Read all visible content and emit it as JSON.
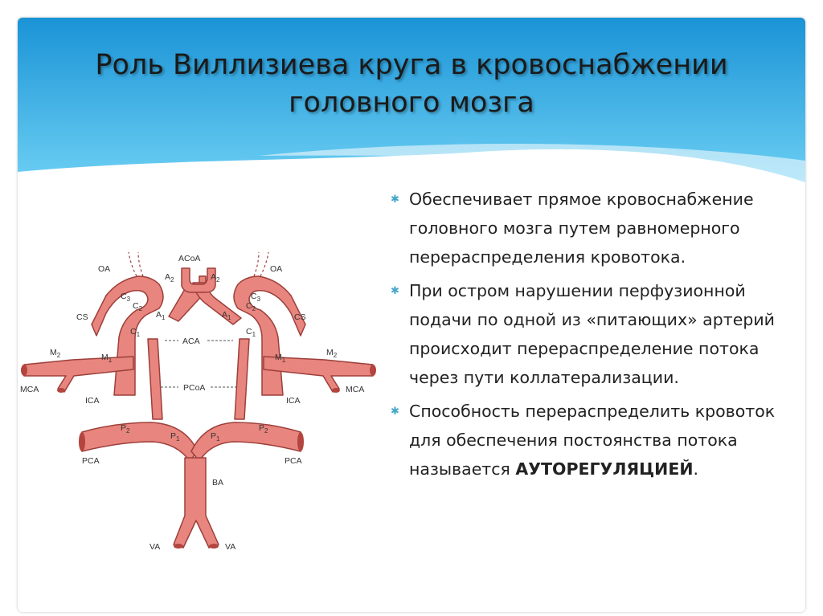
{
  "title": {
    "line1": "Роль Виллизиева круга в кровоснабжении",
    "line2": "головного мозга"
  },
  "bullets": [
    {
      "text": "Обеспечивает прямое кровоснабжение головного мозга путем равномерного перераспределения кровотока."
    },
    {
      "text": "При остром нарушении перфузионной подачи по одной из «питающих» артерий происходит перераспределение потока через пути коллатерализации."
    },
    {
      "text": "Способность перераспределить кровоток для обеспечения постоянства потока называется ",
      "bold": "АУТОРЕГУЛЯЦИЕЙ",
      "tail": "."
    }
  ],
  "diagram_labels": {
    "acoa": "ACoA",
    "a2": "A2",
    "a1": "A1",
    "aca": "ACA",
    "oa": "OA",
    "cs": "CS",
    "c1": "C1",
    "c2": "C2",
    "c3": "C3",
    "m1": "M1",
    "m2": "M2",
    "mca": "MCA",
    "ica": "ICA",
    "pcoa": "PCoA",
    "p1": "P1",
    "p2": "P2",
    "pca": "PCA",
    "ba": "BA",
    "va": "VA"
  },
  "colors": {
    "header_gradient_top": "#1a93d6",
    "header_gradient_bottom": "#6ccff3",
    "artery_fill": "#e7857e",
    "artery_stroke": "#9d3f3a",
    "bullet_color": "#46a6c9"
  }
}
